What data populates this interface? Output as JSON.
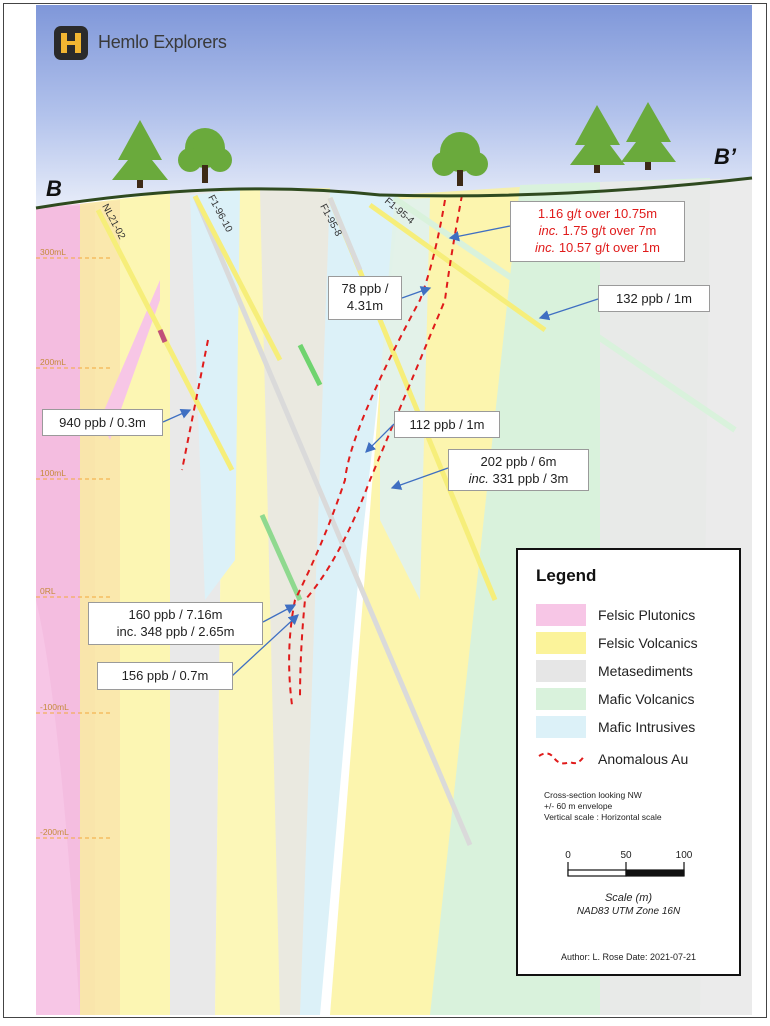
{
  "logo": {
    "name": "Hemlo Explorers"
  },
  "section": {
    "left_label": "B",
    "right_label": "B’"
  },
  "elevations": [
    "300mL",
    "200mL",
    "100mL",
    "0RL",
    "-100mL",
    "-200mL"
  ],
  "holes": [
    "NL21-02",
    "F1-96-10",
    "F1-95-8",
    "F1-95-4"
  ],
  "callouts": {
    "c1": {
      "line1": "1.16 g/t over 10.75m",
      "line2_em": "inc.",
      "line2": " 1.75 g/t over 7m",
      "line3_em": "inc.",
      "line3": " 10.57 g/t over 1m"
    },
    "c2": {
      "line1": "78 ppb /",
      "line2": "4.31m"
    },
    "c3": {
      "text": "132 ppb / 1m"
    },
    "c4": {
      "text": "940 ppb / 0.3m"
    },
    "c5": {
      "text": "112 ppb / 1m"
    },
    "c6": {
      "line1": "202 ppb / 6m",
      "line2_em": "inc.",
      "line2": " 331 ppb / 3m"
    },
    "c7": {
      "line1": "160 ppb / 7.16m",
      "line2": "inc. 348 ppb / 2.65m"
    },
    "c8": {
      "text": "156 ppb / 0.7m"
    }
  },
  "legend": {
    "title": "Legend",
    "items": [
      {
        "label": "Felsic Plutonics",
        "color": "#f7c6e6"
      },
      {
        "label": "Felsic Volcanics",
        "color": "#fbf39a"
      },
      {
        "label": "Metasediments",
        "color": "#e6e6e6"
      },
      {
        "label": "Mafic Volcanics",
        "color": "#d9f2dc"
      },
      {
        "label": "Mafic Intrusives",
        "color": "#dcf1f8"
      },
      {
        "label": "Anomalous Au",
        "color": "#e01b1b"
      }
    ],
    "notes": [
      "Cross-section looking NW",
      "+/- 60 m envelope",
      "Vertical scale : Horizontal scale"
    ],
    "scale": {
      "ticks": [
        "0",
        "50",
        "100"
      ],
      "title": "Scale (m)",
      "datum": "NAD83 UTM Zone 16N"
    },
    "author": "Author: L. Rose Date: 2021-07-21"
  },
  "colors": {
    "sky_top": "#7f97d9",
    "ground_line": "#2f4a1f",
    "tree": "#6aaa3c",
    "callout_arrow": "#3f6fc2"
  }
}
